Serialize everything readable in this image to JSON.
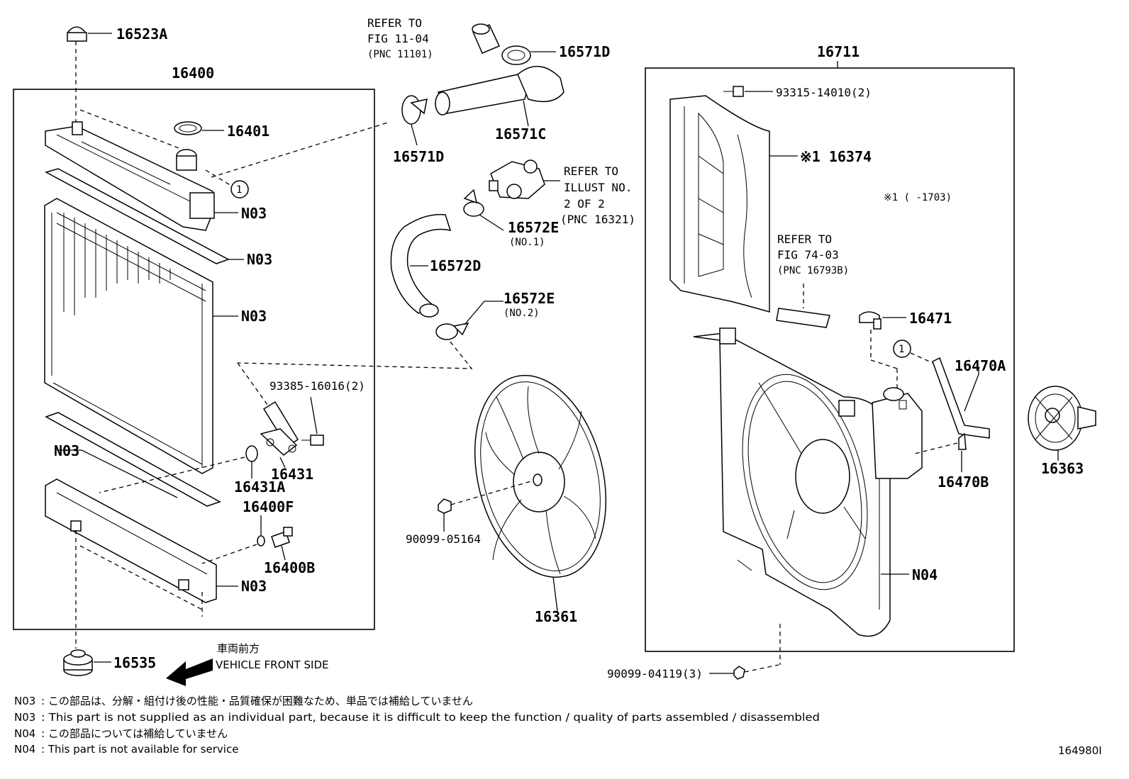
{
  "labels": {
    "p16523A": "16523A",
    "p16400": "16400",
    "p16401": "16401",
    "n03_a": "N03",
    "n03_b": "N03",
    "n03_c": "N03",
    "n03_d": "N03",
    "n03_e": "N03",
    "p93385": "93385-16016(2)",
    "p16431": "16431",
    "p16431A": "16431A",
    "p16400F": "16400F",
    "p16400B": "16400B",
    "p16535": "16535",
    "ref1_l1": "REFER TO",
    "ref1_l2": "FIG 11-04",
    "ref1_l3": "(PNC 11101)",
    "p16571D_top": "16571D",
    "p16571C": "16571C",
    "p16571D_left": "16571D",
    "ref2_l1": "REFER TO",
    "ref2_l2": "ILLUST NO.",
    "ref2_l3": "2 OF 2",
    "ref2_l4": "(PNC 16321)",
    "p16572E_1": "16572E",
    "p16572E_1_sub": "(NO.1)",
    "p16572D": "16572D",
    "p16572E_2": "16572E",
    "p16572E_2_sub": "(NO.2)",
    "p90099_05164": "90099-05164",
    "p16361": "16361",
    "p16711": "16711",
    "p93315": "93315-14010(2)",
    "p16374": "※1 16374",
    "note1": "※1 (      -1703)",
    "ref3_l1": "REFER TO",
    "ref3_l2": "FIG 74-03",
    "ref3_l3": "(PNC 16793B)",
    "p16471": "16471",
    "p16470A": "16470A",
    "p16470B": "16470B",
    "p16363": "16363",
    "n04": "N04",
    "p90099_04119": "90099-04119(3)",
    "front_jp": "車両前方",
    "front_en": "VEHICLE FRONT SIDE",
    "circle1": "1",
    "circle2": "1"
  },
  "notes": [
    {
      "code": "N03",
      "text": ": この部品は、分解・組付け後の性能・品質確保が困難なため、単品では補給していません"
    },
    {
      "code": "N03",
      "text": ": This part is not supplied as an individual part, because it is difficult to keep the function / quality of parts assembled / disassembled"
    },
    {
      "code": "N04",
      "text": ": この部品については補給していません"
    },
    {
      "code": "N04",
      "text": ": This part is not available for service"
    }
  ],
  "figure_id": "164980I"
}
